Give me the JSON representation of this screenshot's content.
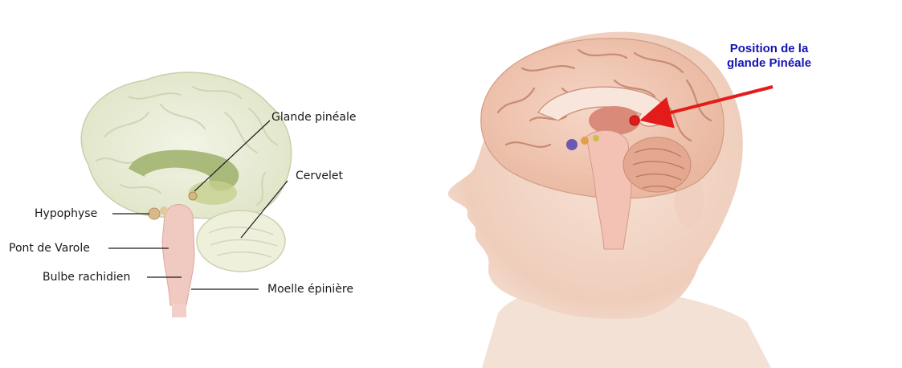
{
  "left_diagram": {
    "labels": {
      "pineal": "Glande pinéale",
      "cerebellum": "Cervelet",
      "pituitary": "Hypophyse",
      "pons": "Pont de Varole",
      "medulla": "Bulbe rachidien",
      "spinal_cord": "Moelle épinière"
    }
  },
  "right_illustration": {
    "callout_line1": "Position de la",
    "callout_line2": "glande Pinéale",
    "arrow_color": "#e31b1b",
    "callout_color": "#1414b4"
  }
}
